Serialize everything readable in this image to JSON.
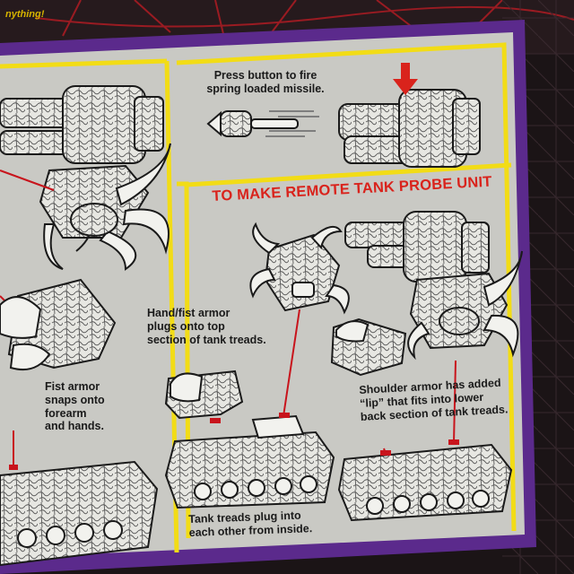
{
  "top_corner_text": "nything!",
  "missile_caption": [
    "Press button to fire",
    "spring loaded missile."
  ],
  "section_heading": "TO MAKE REMOTE TANK PROBE UNIT",
  "hand_fist_caption": [
    "Hand/fist armor",
    "plugs onto top",
    "section of tank treads."
  ],
  "fist_armor_caption": [
    "Fist armor",
    "snaps onto",
    "forearm",
    "and hands."
  ],
  "shoulder_caption": [
    "Shoulder armor has added",
    "“lip” that fits into lower",
    "back section of tank treads."
  ],
  "treads_caption": [
    "Tank treads plug into",
    "each other from inside."
  ],
  "colors": {
    "card": "#c9c9c4",
    "frame_purple": "#5b2a8c",
    "panel_border_yellow": "#f2dc16",
    "heading_red": "#d9231c",
    "guide_line_red": "#c8141c",
    "background_dark": "#1b1416"
  },
  "icons": [
    "down-arrow-icon"
  ]
}
